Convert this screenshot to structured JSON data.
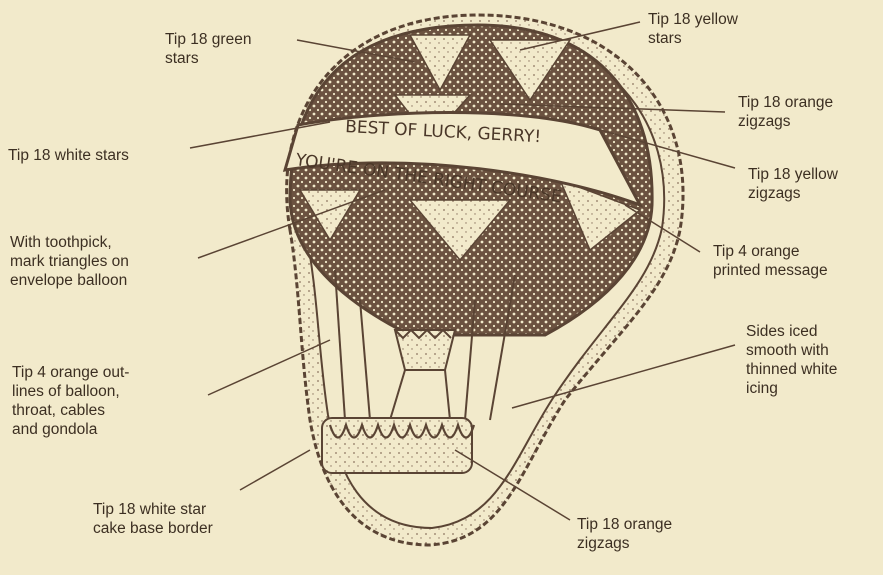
{
  "diagram": {
    "banner": {
      "line1": "BEST OF LUCK, GERRY!",
      "line2": "YOU'RE ON THE RIGHT COURSE"
    },
    "labels": {
      "green_stars": "Tip 18 green\nstars",
      "yellow_stars": "Tip 18 yellow\nstars",
      "orange_zigzags_top": "Tip 18 orange\nzigzags",
      "white_stars": "Tip 18 white stars",
      "yellow_zigzags": "Tip 18 yellow\nzigzags",
      "toothpick": "With toothpick,\nmark triangles on\nenvelope balloon",
      "printed_message": "Tip 4 orange\nprinted message",
      "sides_iced": "Sides iced\nsmooth with\nthinned white\nicing",
      "outlines": "Tip 4 orange out-\nlines of balloon,\nthroat, cables\nand gondola",
      "base_border": "Tip 18 white star\ncake base border",
      "orange_zigzags_bottom": "Tip 18 orange\nzigzags"
    },
    "colors": {
      "background": "#f2eacb",
      "ink": "#5a4434",
      "text": "#3c2f22"
    }
  }
}
